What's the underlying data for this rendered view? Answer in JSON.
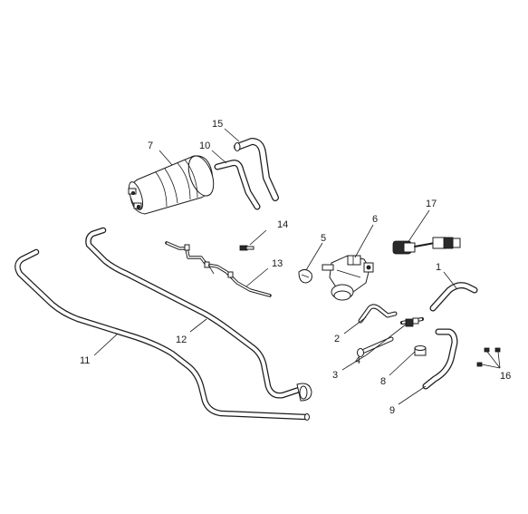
{
  "diagram": {
    "background": "#ffffff",
    "ink": "#1c1c1c",
    "callouts": [
      {
        "id": "c1",
        "text": "1"
      },
      {
        "id": "c2",
        "text": "2"
      },
      {
        "id": "c3",
        "text": "3"
      },
      {
        "id": "c4",
        "text": "4"
      },
      {
        "id": "c5",
        "text": "5"
      },
      {
        "id": "c6",
        "text": "6"
      },
      {
        "id": "c7",
        "text": "7"
      },
      {
        "id": "c8",
        "text": "8"
      },
      {
        "id": "c9",
        "text": "9"
      },
      {
        "id": "c10",
        "text": "10"
      },
      {
        "id": "c11",
        "text": "11"
      },
      {
        "id": "c12",
        "text": "12"
      },
      {
        "id": "c13",
        "text": "13"
      },
      {
        "id": "c14",
        "text": "14"
      },
      {
        "id": "c15",
        "text": "15"
      },
      {
        "id": "c16",
        "text": "16"
      },
      {
        "id": "c17",
        "text": "17"
      }
    ]
  }
}
